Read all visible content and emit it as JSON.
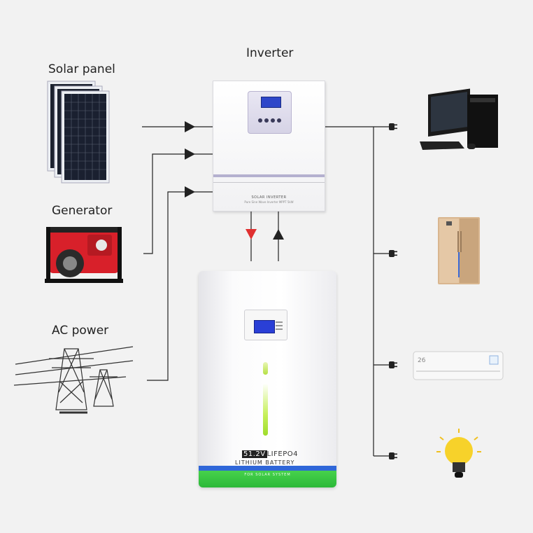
{
  "sources": {
    "solar_panel": "Solar panel",
    "generator": "Generator",
    "ac_power": "AC power"
  },
  "inverter": {
    "title": "Inverter",
    "label_line1": "SOLAR INVERTER",
    "label_line2": "Pure Sine Wave Inverter MPPT 5kW"
  },
  "battery": {
    "voltage": "51.2V",
    "chemistry": "LIFEPO4",
    "type": "LITHIUM BATTERY",
    "usage": "FOR SOLAR SYSTEM"
  },
  "loads": {
    "ac_temp": "26"
  },
  "colors": {
    "line": "#222222",
    "discharge_arrow": "#e03030",
    "charge_arrow": "#222222",
    "battery_green": "#33c23f",
    "battery_blue": "#2f67d8",
    "lcd_blue": "#2e46c9"
  },
  "icons": [
    "solar-panel-icon",
    "generator-icon",
    "power-tower-icon",
    "computer-icon",
    "refrigerator-icon",
    "air-conditioner-icon",
    "light-bulb-icon",
    "plug-icon"
  ]
}
